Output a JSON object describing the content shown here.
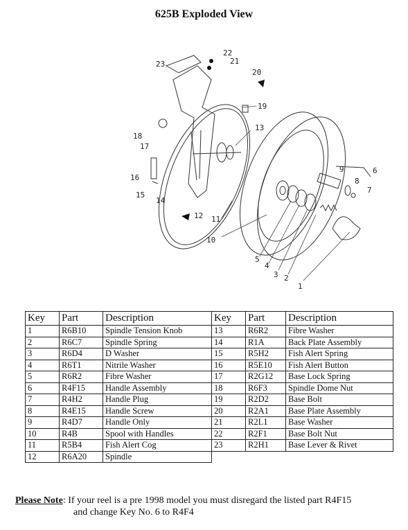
{
  "title": "625B Exploded View",
  "diagram": {
    "callouts": [
      "1",
      "2",
      "3",
      "4",
      "5",
      "6",
      "7",
      "8",
      "9",
      "10",
      "11",
      "12",
      "13",
      "14",
      "15",
      "16",
      "17",
      "18",
      "19",
      "20",
      "21",
      "22",
      "23"
    ]
  },
  "table": {
    "headers": [
      "Key",
      "Part",
      "Description",
      "Key",
      "Part",
      "Description"
    ],
    "left_rows": [
      {
        "key": "1",
        "part": "R6B10",
        "desc": "Spindle Tension Knob"
      },
      {
        "key": "2",
        "part": "R6C7",
        "desc": "Spindle Spring"
      },
      {
        "key": "3",
        "part": "R6D4",
        "desc": "D Washer"
      },
      {
        "key": "4",
        "part": "R6T1",
        "desc": "Nitrile Washer"
      },
      {
        "key": "5",
        "part": "R6R2",
        "desc": "Fibre Washer"
      },
      {
        "key": "6",
        "part": "R4F15",
        "desc": "Handle Assembly"
      },
      {
        "key": "7",
        "part": "R4H2",
        "desc": "Handle Plug"
      },
      {
        "key": "8",
        "part": "R4E15",
        "desc": "Handle Screw"
      },
      {
        "key": "9",
        "part": "R4D7",
        "desc": "Handle Only"
      },
      {
        "key": "10",
        "part": "R4B",
        "desc": "Spool with Handles"
      },
      {
        "key": "11",
        "part": "R5B4",
        "desc": "Fish Alert Cog"
      },
      {
        "key": "12",
        "part": "R6A20",
        "desc": "Spindle"
      }
    ],
    "right_rows": [
      {
        "key": "13",
        "part": "R6R2",
        "desc": "Fibre Washer"
      },
      {
        "key": "14",
        "part": "R1A",
        "desc": "Back Plate Assembly"
      },
      {
        "key": "15",
        "part": "R5H2",
        "desc": "Fish Alert Spring"
      },
      {
        "key": "16",
        "part": "R5E10",
        "desc": "Fish Alert Button"
      },
      {
        "key": "17",
        "part": "R2G12",
        "desc": "Base Lock Spring"
      },
      {
        "key": "18",
        "part": "R6F3",
        "desc": "Spindle Dome Nut"
      },
      {
        "key": "19",
        "part": "R2D2",
        "desc": "Base Bolt"
      },
      {
        "key": "20",
        "part": "R2A1",
        "desc": "Base Plate Assembly"
      },
      {
        "key": "21",
        "part": "R2L1",
        "desc": "Base Washer"
      },
      {
        "key": "22",
        "part": "R2F1",
        "desc": "Base Bolt Nut"
      },
      {
        "key": "23",
        "part": "R2H1",
        "desc": "Base Lever & Rivet"
      }
    ]
  },
  "note": {
    "label": "Please Note",
    "line1": ": If your reel is a pre 1998 model you must disregard the listed part R4F15",
    "line2": "and change Key No. 6 to R4F4"
  }
}
